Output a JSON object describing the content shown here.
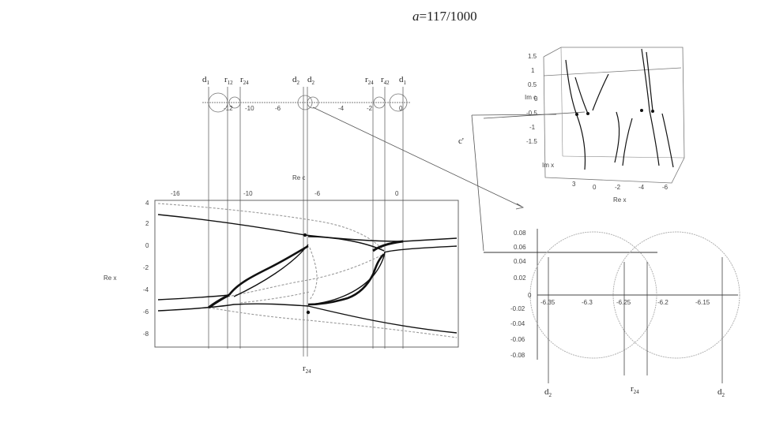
{
  "title": {
    "var": "a",
    "value": "=117/1000"
  },
  "top_axis": {
    "ticks": [
      "-12",
      "-10",
      "-6",
      "-4",
      "-2",
      "0"
    ],
    "labels": [
      {
        "m": "d",
        "s": "1"
      },
      {
        "m": "r",
        "s": "12"
      },
      {
        "m": "r",
        "s": "24"
      },
      {
        "m": "d",
        "s": "2"
      },
      {
        "m": "d",
        "s": "2"
      },
      {
        "m": "r",
        "s": "24"
      },
      {
        "m": "r",
        "s": "42"
      },
      {
        "m": "d",
        "s": "1"
      }
    ]
  },
  "main_plot": {
    "top_ticks": [
      "-16",
      "-10",
      "-6",
      "0"
    ],
    "top_label": "Re c",
    "y_ticks": [
      "4",
      "2",
      "0",
      "-2",
      "-4",
      "-6",
      "-8"
    ],
    "y_label": "Re x",
    "bottom_label": {
      "m": "r",
      "s": "24"
    }
  },
  "plot3d": {
    "z_ticks": [
      "1.5",
      "1",
      "0.5",
      "0",
      "-0.5",
      "-1",
      "-1.5"
    ],
    "z_label": "Im c",
    "x_ticks": [
      "3",
      "0",
      "-2",
      "-4",
      "-6"
    ],
    "x_label": "Re x",
    "y_label": "Im x",
    "c_label": "c'"
  },
  "zoom_plot": {
    "y_ticks": [
      "0.08",
      "0.06",
      "0.04",
      "0.02",
      "0",
      "-0.02",
      "-0.04",
      "-0.06",
      "-0.08"
    ],
    "x_ticks": [
      "-6.35",
      "-6.3",
      "-6.25",
      "-6.2",
      "-6.15"
    ],
    "bottom_labels": [
      {
        "m": "d",
        "s": "2"
      },
      {
        "m": "r",
        "s": "24"
      },
      {
        "m": "d",
        "s": "2"
      }
    ]
  },
  "colors": {
    "ink": "#222222",
    "grey": "#9a9a9a",
    "curve": "#111111"
  }
}
